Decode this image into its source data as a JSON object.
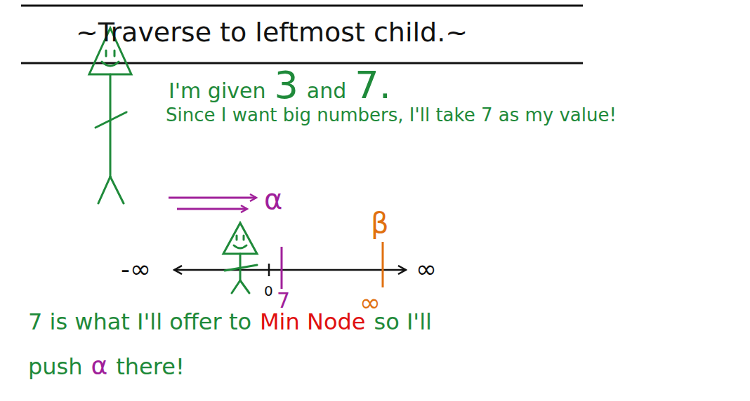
{
  "diagram": {
    "title": "~Traverse to leftmost child.~",
    "labels": [
      "I'm given",
      "3",
      "and",
      "7.",
      "Since I want big numbers, I'll take 7 as my value!",
      "α",
      "β",
      "-∞",
      "∞",
      "0",
      "7",
      "∞",
      "7 is what I'll offer to",
      "Min Node",
      "so I'll",
      "push",
      "α",
      "there!"
    ]
  }
}
